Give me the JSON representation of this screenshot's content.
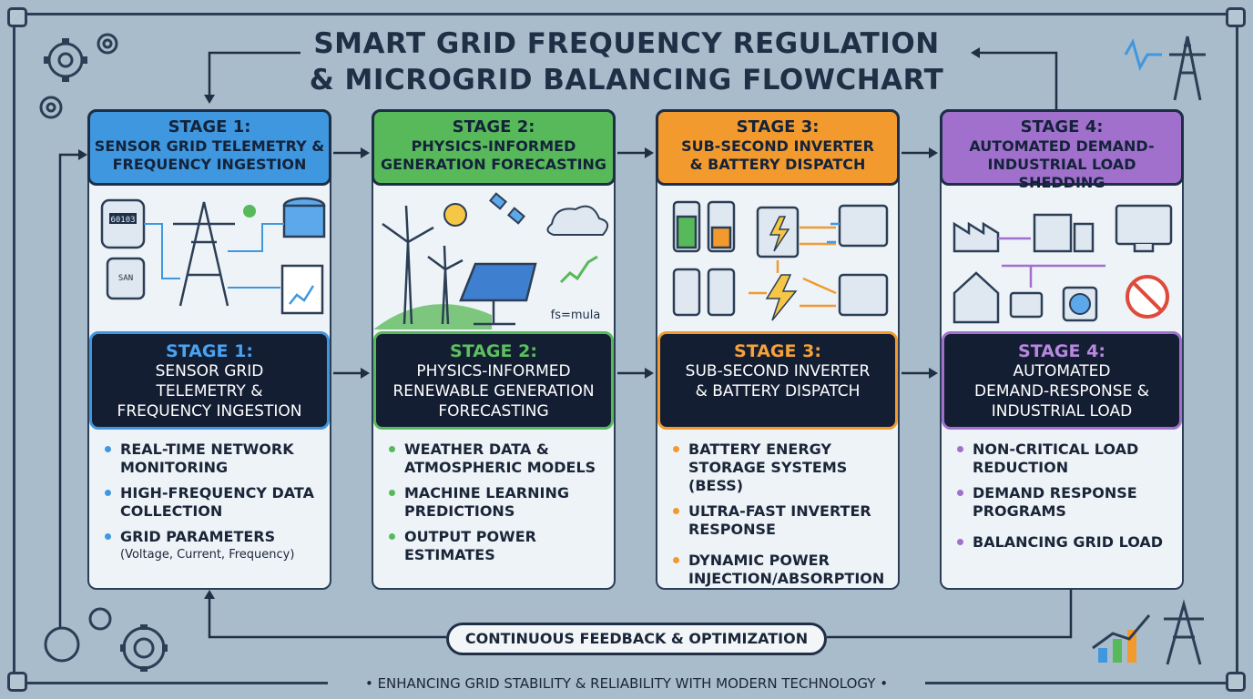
{
  "title": [
    "SMART GRID FREQUENCY REGULATION",
    "& MICROGRID BALANCING FLOWCHART"
  ],
  "stages": [
    {
      "color": "#3f97e0",
      "text_color": "#4aa3f0",
      "header_stage": "STAGE 1:",
      "header_sub": [
        "SENSOR GRID TELEMETRY &",
        "FREQUENCY INGESTION"
      ],
      "detail_stage": "STAGE 1:",
      "detail_title": [
        "SENSOR GRID",
        "TELEMETRY &",
        "FREQUENCY INGESTION"
      ],
      "bullets": [
        {
          "text": "REAL-TIME NETWORK MONITORING"
        },
        {
          "text": "HIGH-FREQUENCY DATA COLLECTION"
        },
        {
          "text": "GRID PARAMETERS",
          "note": "(Voltage, Current, Frequency)"
        }
      ]
    },
    {
      "color": "#58b95a",
      "text_color": "#5cc05e",
      "header_stage": "STAGE 2:",
      "header_sub": [
        "PHYSICS-INFORMED",
        "GENERATION FORECASTING"
      ],
      "detail_stage": "STAGE 2:",
      "detail_title": [
        "PHYSICS-INFORMED",
        "RENEWABLE GENERATION",
        "FORECASTING"
      ],
      "bullets": [
        {
          "text": "WEATHER DATA & ATMOSPHERIC MODELS"
        },
        {
          "text": "MACHINE LEARNING PREDICTIONS"
        },
        {
          "text": "OUTPUT POWER ESTIMATES"
        }
      ]
    },
    {
      "color": "#f29a2e",
      "text_color": "#f5a23a",
      "header_stage": "STAGE 3:",
      "header_sub": [
        "SUB-SECOND INVERTER",
        "& BATTERY DISPATCH"
      ],
      "detail_stage": "STAGE 3:",
      "detail_title": [
        "SUB-SECOND INVERTER",
        "& BATTERY DISPATCH"
      ],
      "bullets": [
        {
          "text": "BATTERY ENERGY STORAGE SYSTEMS (BESS)"
        },
        {
          "text": "ULTRA-FAST INVERTER RESPONSE"
        },
        {
          "text": "DYNAMIC POWER INJECTION/ABSORPTION"
        }
      ]
    },
    {
      "color": "#a070cc",
      "text_color": "#b888e0",
      "header_stage": "STAGE 4:",
      "header_sub": [
        "AUTOMATED DEMAND-",
        "INDUSTRIAL LOAD SHEDDING"
      ],
      "detail_stage": "STAGE 4:",
      "detail_title": [
        "AUTOMATED",
        "DEMAND-RESPONSE &",
        "INDUSTRIAL LOAD"
      ],
      "bullets": [
        {
          "text": "NON-CRITICAL LOAD REDUCTION"
        },
        {
          "text": "DEMAND RESPONSE PROGRAMS"
        },
        {
          "text": "BALANCING GRID LOAD"
        }
      ]
    }
  ],
  "illustration_text": {
    "meter": "60103",
    "meter2": "SAN",
    "formula": "fs=mula"
  },
  "feedback": "CONTINUOUS FEEDBACK & OPTIMIZATION",
  "footer": "ENHANCING GRID STABILITY & RELIABILITY WITH MODERN TECHNOLOGY",
  "icons": [
    "gear-icon",
    "transmission-tower-icon",
    "database-icon",
    "wind-turbine-icon",
    "sun-icon",
    "satellite-icon",
    "solar-panel-icon",
    "battery-icon",
    "inverter-icon",
    "lightning-icon",
    "factory-icon",
    "house-icon",
    "monitor-icon",
    "no-power-icon",
    "bar-chart-icon"
  ]
}
